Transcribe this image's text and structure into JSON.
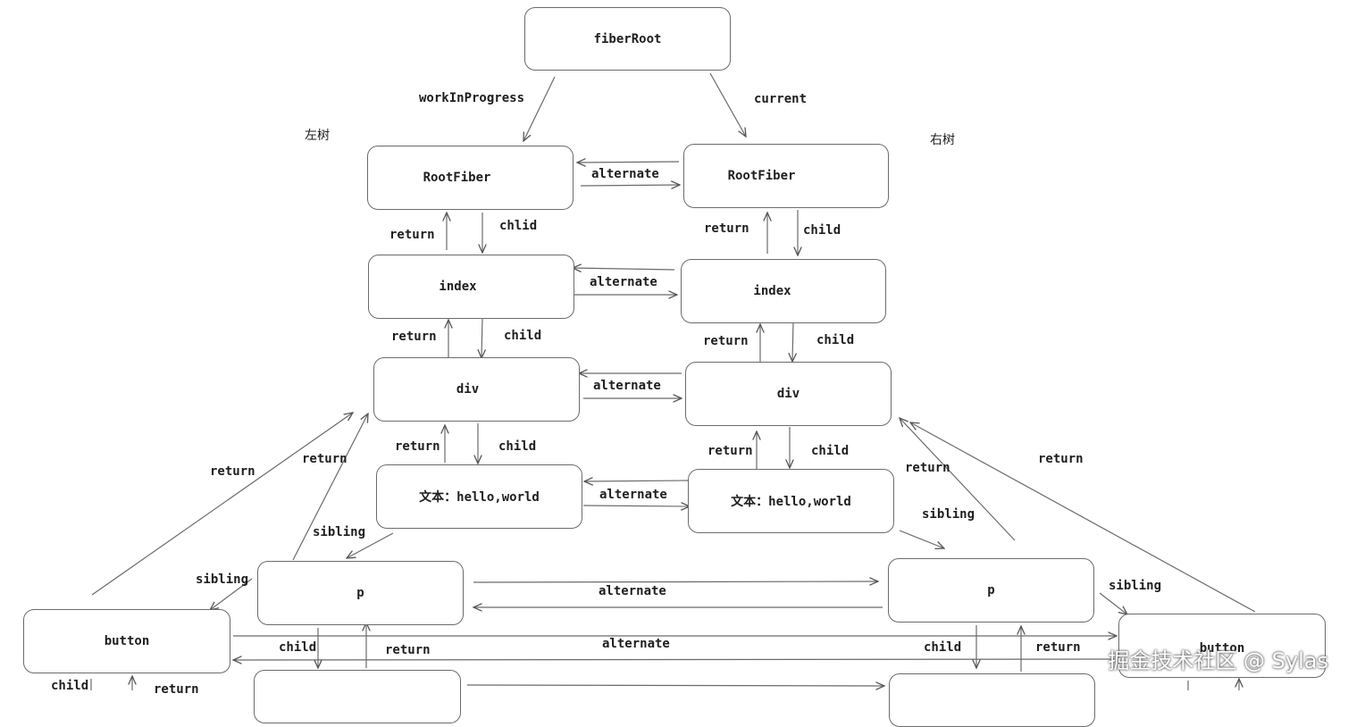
{
  "nodes": {
    "fiber_root": "fiberRoot",
    "root_fiber_left": "RootFiber",
    "root_fiber_right": "RootFiber",
    "index_left": "index",
    "index_right": "index",
    "div_left": "div",
    "div_right": "div",
    "text_left": "文本：hello,world",
    "text_right": "文本：hello,world",
    "p_left": "p",
    "p_right": "p",
    "button_left": "button",
    "button_right": "button"
  },
  "labels": {
    "left_tree": "左树",
    "right_tree": "右树",
    "work_in_progress": "workInProgress",
    "current": "current",
    "alternate": "alternate",
    "return": "return",
    "child": "child",
    "chlid": "chlid",
    "sibling": "sibling"
  },
  "watermark": "掘金技术社区 @ Sylas"
}
